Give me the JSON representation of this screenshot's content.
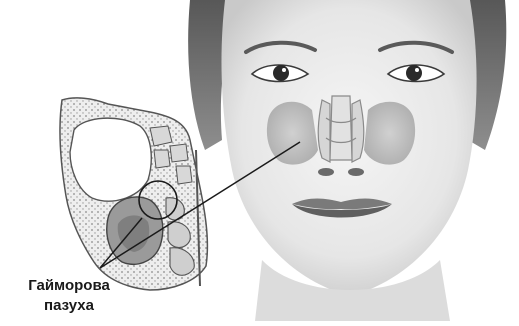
{
  "label": {
    "line1": "Гайморова",
    "line2": "пазуха"
  },
  "icons": {
    "face": "face-illustration",
    "skull_section": "skull-section-diagram"
  },
  "colors": {
    "sinus_fill": "#b9b9b9",
    "leader_line": "#1a1a1a",
    "bone_dots": "#7a7a7a"
  }
}
